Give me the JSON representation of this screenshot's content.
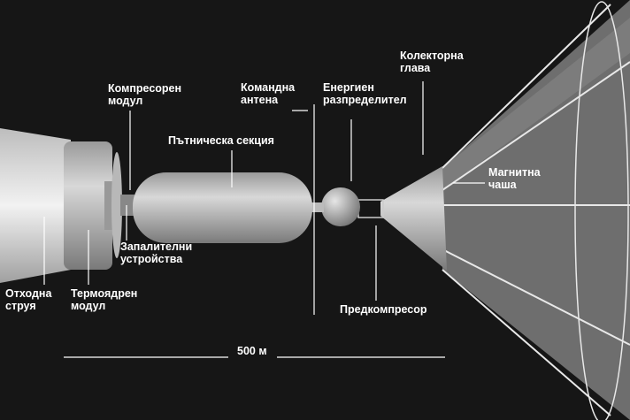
{
  "labels": {
    "compressor_module": [
      "Компресорен",
      "модул"
    ],
    "command_antenna": [
      "Командна",
      "антена"
    ],
    "energy_distributor": [
      "Енергиен",
      "разпределител"
    ],
    "collector_head": [
      "Колекторна",
      "глава"
    ],
    "passenger_section": "Пътническа секция",
    "magnetic_cup": [
      "Магнитна",
      "чаша"
    ],
    "igniters": [
      "Запалителни",
      "устройства"
    ],
    "exhaust_jet": [
      "Отходна",
      "струя"
    ],
    "fusion_module": [
      "Термоядрен",
      "модул"
    ],
    "precompressor": "Предкомпресор"
  },
  "scale_bar": {
    "label": "500 м"
  }
}
